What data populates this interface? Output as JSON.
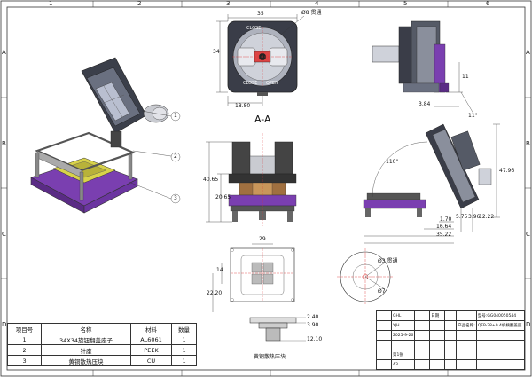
{
  "zones": {
    "top": [
      "1",
      "2",
      "3",
      "4",
      "5",
      "6"
    ],
    "side": [
      "A",
      "B",
      "C",
      "D"
    ]
  },
  "section_label": "A-A",
  "dims": {
    "top_width": "35",
    "hole_dia": "Ø8 贯通",
    "top_height": "34",
    "top_bottom": "18.80",
    "side_r1": "11",
    "side_r2": "3.84",
    "side_angle": "11°",
    "front_h1": "40.65",
    "front_h2": "20.65",
    "open_angle": "110°",
    "open_height": "47.96",
    "open_d1": "1.70",
    "open_d2": "3.96",
    "open_d3": "16.64",
    "open_d4": "35.22",
    "open_d5": "12.22",
    "open_d6": "5.75",
    "plate_w": "29",
    "plate_h": "14",
    "plate_v": "22.20",
    "circle_d1": "Ø3 贯通",
    "circle_d2": "Ø7",
    "part_d1": "2.40",
    "part_d2": "3.90",
    "part_d3": "12.10"
  },
  "lid_text": {
    "close": "CLOSE",
    "open": "OPEN"
  },
  "balloons": [
    "1",
    "2",
    "3"
  ],
  "part_caption": "黄铜散热压块",
  "bom": {
    "headers": [
      "项目号",
      "名称",
      "材料",
      "数量"
    ],
    "rows": [
      [
        "1",
        "34X34旋钮翻盖座子",
        "AL6061",
        "1"
      ],
      [
        "2",
        "针座",
        "PEEK",
        "1"
      ],
      [
        "3",
        "黄铜散热压块",
        "CU",
        "1"
      ]
    ]
  },
  "title_block": {
    "r1": [
      "",
      "GHL",
      "",
      "日期",
      "",
      "",
      "",
      "型号:GG040050544"
    ],
    "r2": [
      "",
      "YJH",
      "",
      "",
      "",
      "产品名称:",
      "QFP-28+0.4机柄翻盖座"
    ],
    "r3": [
      "",
      "2025-9-26",
      "",
      "",
      "",
      "",
      ""
    ],
    "r4": [
      "",
      "",
      "",
      "",
      "",
      "",
      ""
    ],
    "r5": [
      "",
      "第1张",
      "",
      "",
      "",
      "",
      ""
    ],
    "r6": [
      "",
      "A3",
      "",
      "",
      "",
      "",
      ""
    ]
  }
}
